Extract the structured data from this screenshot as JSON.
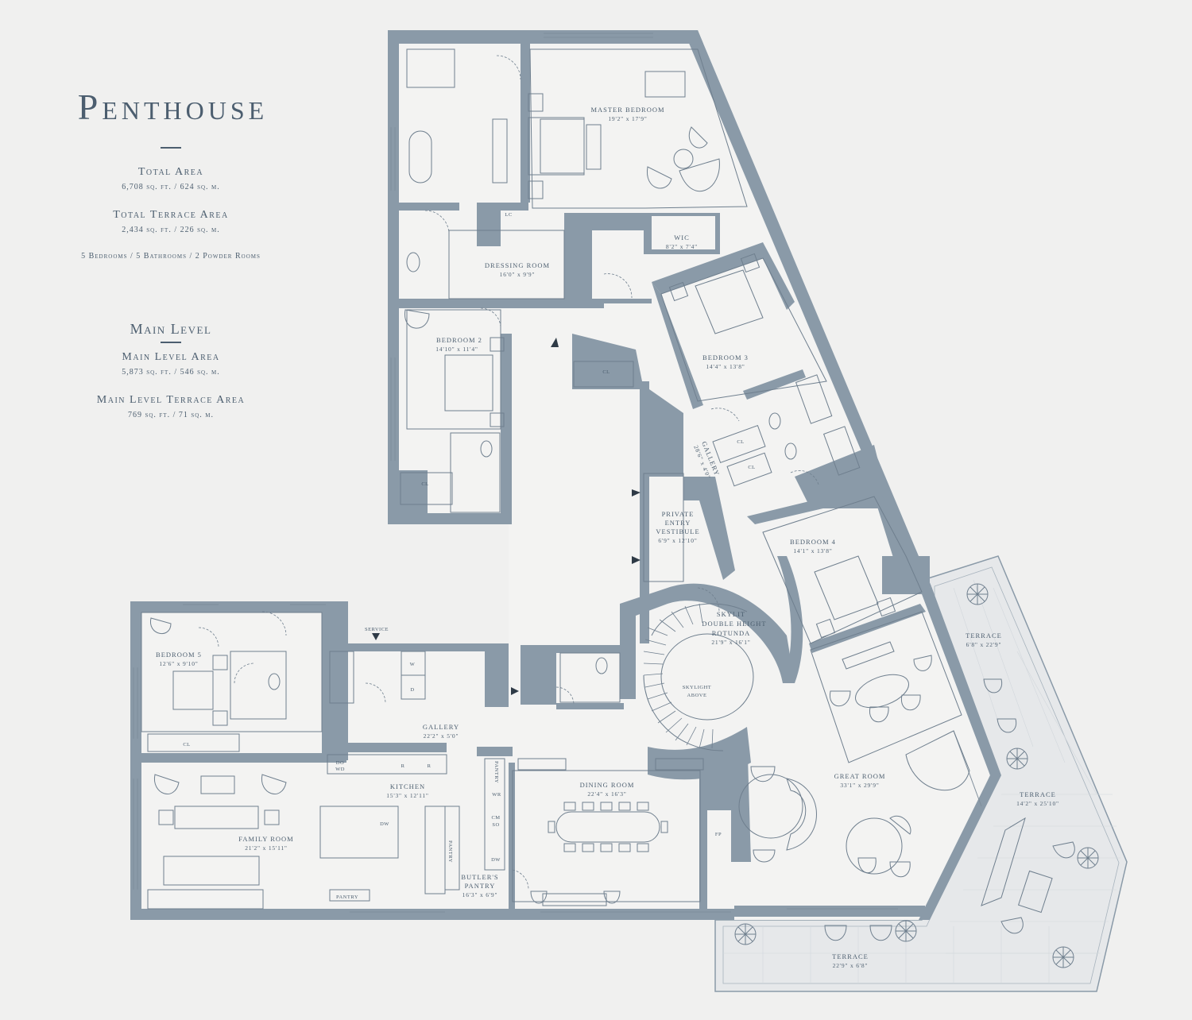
{
  "header": {
    "title": "Penthouse",
    "total_area_label": "Total Area",
    "total_area_value": "6,708 sq. ft. / 624 sq. m.",
    "terrace_area_label": "Total Terrace Area",
    "terrace_area_value": "2,434 sq. ft. / 226 sq. m.",
    "room_counts": "5 Bedrooms / 5 Bathrooms / 2 Powder Rooms"
  },
  "main_level": {
    "title": "Main Level",
    "area_label": "Main Level Area",
    "area_value": "5,873 sq. ft. / 546 sq. m.",
    "terrace_label": "Main Level Terrace Area",
    "terrace_value": "769 sq. ft. / 71 sq. m."
  },
  "rooms": {
    "master_bedroom": {
      "name": "MASTER BEDROOM",
      "dim": "19'2\" x 17'9\""
    },
    "dressing_room": {
      "name": "DRESSING ROOM",
      "dim": "16'0\" x 9'9\""
    },
    "wic": {
      "name": "WIC",
      "dim": "8'2\" x 7'4\""
    },
    "bedroom2": {
      "name": "BEDROOM 2",
      "dim": "14'10\" x 11'4\""
    },
    "bedroom3": {
      "name": "BEDROOM 3",
      "dim": "14'4\" x 13'8\""
    },
    "gallery_vertical": {
      "name": "GALLERY",
      "dim": "28'6\" x 4'0\""
    },
    "vestibule": {
      "name1": "PRIVATE",
      "name2": "ENTRY",
      "name3": "VESTIBULE",
      "dim": "6'9\" x 12'10\""
    },
    "bedroom4": {
      "name": "BEDROOM 4",
      "dim": "14'1\" x 13'8\""
    },
    "rotunda": {
      "name1": "SKYLIT",
      "name2": "DOUBLE HEIGHT",
      "name3": "ROTUNDA",
      "dim": "21'9\" x 16'1\""
    },
    "skylight": {
      "line1": "SKYLIGHT",
      "line2": "ABOVE"
    },
    "bedroom5": {
      "name": "BEDROOM 5",
      "dim": "12'6\" x 9'10\""
    },
    "gallery_horizontal": {
      "name": "GALLERY",
      "dim": "22'2\" x 5'0\""
    },
    "kitchen": {
      "name": "KITCHEN",
      "dim": "15'3\" x 12'11\""
    },
    "dining_room": {
      "name": "DINING ROOM",
      "dim": "22'4\" x 16'3\""
    },
    "family_room": {
      "name": "FAMILY ROOM",
      "dim": "21'2\" x 15'11\""
    },
    "butlers_pantry": {
      "name1": "BUTLER'S",
      "name2": "PANTRY",
      "dim": "16'3\" x 6'9\""
    },
    "great_room": {
      "name": "GREAT ROOM",
      "dim": "33'1\" x 29'9\""
    },
    "terrace_north": {
      "name": "TERRACE",
      "dim": "6'8\" x 22'9\""
    },
    "terrace_east": {
      "name": "TERRACE",
      "dim": "14'2\" x 25'10\""
    },
    "terrace_south": {
      "name": "TERRACE",
      "dim": "22'9\" x 6'8\""
    }
  },
  "labels": {
    "service": "SERVICE",
    "cl": "CL",
    "lc": "LC",
    "w": "W",
    "d": "D",
    "do": "DO",
    "wd": "WD",
    "r": "R",
    "dw": "DW",
    "pantry": "PANTRY",
    "wr": "WR",
    "cm": "CM",
    "so": "SO",
    "fp": "FP"
  },
  "colors": {
    "wall": "#8a9aa8",
    "line": "#6f7f8e",
    "terrace": "#e6e8ea",
    "background": "#f0f0ef"
  }
}
